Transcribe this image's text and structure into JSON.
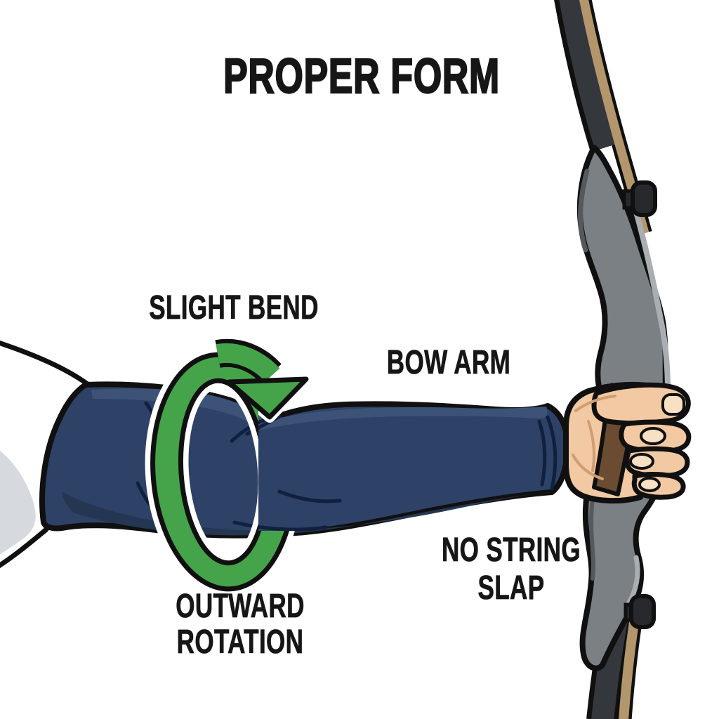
{
  "labels": {
    "title": "PROPER FORM",
    "slight_bend": "SLIGHT BEND",
    "bow_arm": "BOW ARM",
    "no_string_line1": "NO STRING",
    "no_string_line2": "SLAP",
    "rotation_line1": "OUTWARD",
    "rotation_line2": "ROTATION"
  },
  "icons": {
    "rotation_arrow": "circular-outward-rotation-arrow"
  },
  "colors": {
    "ink": "#161616",
    "arrow_green": "#45a44a",
    "sleeve_navy": "#2e4166",
    "sleeve_navy_highlight": "#3d5277",
    "sleeve_navy_shadow": "#253653",
    "sleeve_crease": "#10203f",
    "shirt_white": "#ffffff",
    "shirt_shadow": "#d6dade",
    "skin": "#f2c9a2",
    "skin_line": "#cf9e72",
    "nail": "#f7e0c3",
    "grip_brown": "#6b4b31",
    "grip_dark": "#4a3527",
    "riser_gray": "#7b8085",
    "riser_light": "#a9aeb3",
    "riser_dark": "#55595e",
    "limb_dark": "#34373c",
    "wood_tan": "#b4966c",
    "bolt_dark": "#27292d",
    "outline": "#101010"
  }
}
